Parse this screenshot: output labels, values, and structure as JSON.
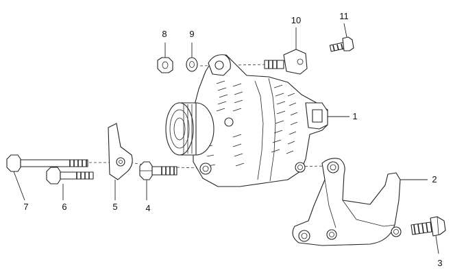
{
  "callouts": [
    {
      "id": "c1",
      "label": "1"
    },
    {
      "id": "c2",
      "label": "2"
    },
    {
      "id": "c3",
      "label": "3"
    },
    {
      "id": "c4",
      "label": "4"
    },
    {
      "id": "c5",
      "label": "5"
    },
    {
      "id": "c6",
      "label": "6"
    },
    {
      "id": "c7",
      "label": "7"
    },
    {
      "id": "c8",
      "label": "8"
    },
    {
      "id": "c9",
      "label": "9"
    },
    {
      "id": "c10",
      "label": "10"
    },
    {
      "id": "c11",
      "label": "11"
    }
  ],
  "colors": {
    "line": "#222222",
    "background": "#ffffff"
  }
}
